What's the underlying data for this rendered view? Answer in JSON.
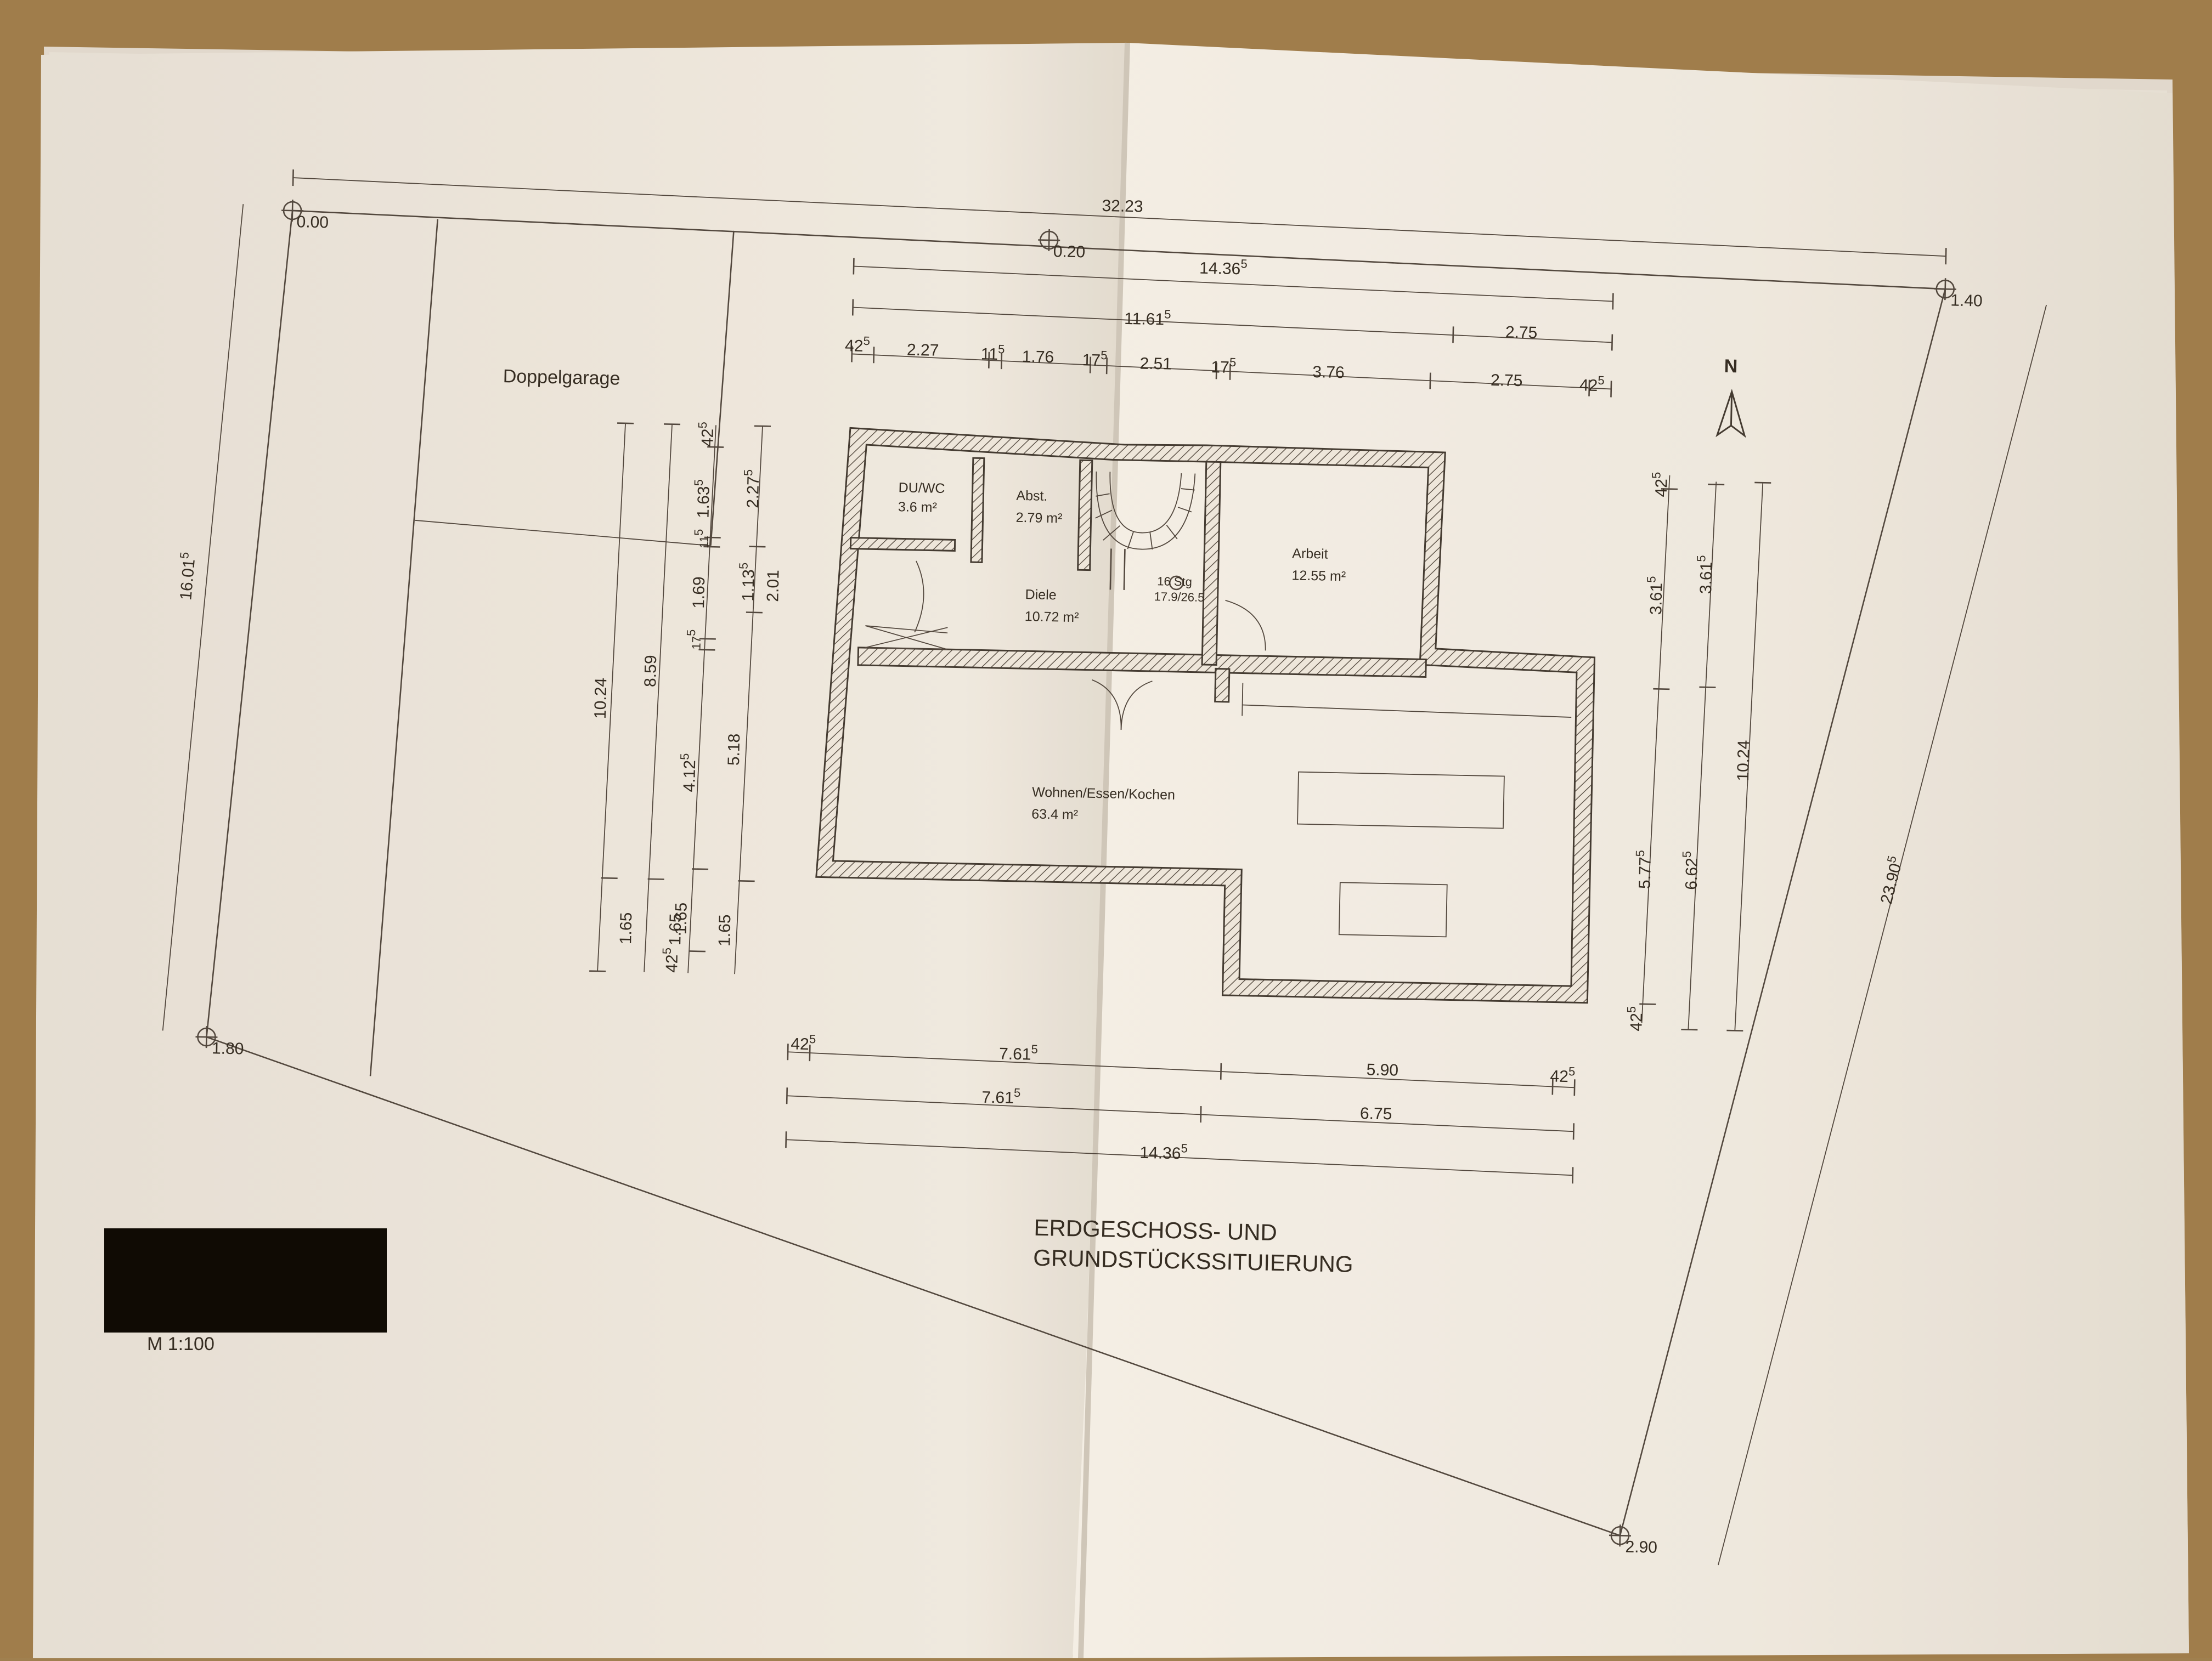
{
  "drawing": {
    "title_line_1": "ERDGESCHOSS- UND",
    "title_line_2": "GRUNDSTÜCKSSITUIERUNG",
    "scale": "M 1:100",
    "north_label": "N"
  },
  "rooms": {
    "garage": "Doppelgarage",
    "du_wc_name": "DU/WC",
    "du_wc_area": "3.6 m²",
    "abst_name": "Abst.",
    "abst_area": "2.79 m²",
    "diele_name": "Diele",
    "diele_area": "10.72 m²",
    "stair_steps": "16 Stg",
    "stair_dims": "17.9/26.5",
    "arbeit_name": "Arbeit",
    "arbeit_area": "12.55 m²",
    "wohnen_name": "Wohnen/Essen/Kochen",
    "wohnen_area": "63.4 m²"
  },
  "elevations": {
    "nw": "0.00",
    "n_mid": "0.20",
    "ne": "1.40",
    "sw": "1.80",
    "se": "2.90"
  },
  "site_dims": {
    "north_edge": "32.23",
    "west_edge": "16.01",
    "west_edge_sup": "5",
    "east_edge": "23.90",
    "east_edge_sup": "5"
  },
  "top_dims": {
    "total": "14.36",
    "total_sup": "5",
    "mid_a": "11.61",
    "mid_a_sup": "5",
    "mid_b": "2.75",
    "chain": [
      {
        "main": "42",
        "sup": "5"
      },
      {
        "main": "2.27",
        "sup": ""
      },
      {
        "main": "11",
        "sup": "5"
      },
      {
        "main": "1.76",
        "sup": ""
      },
      {
        "main": "17",
        "sup": "5"
      },
      {
        "main": "2.51",
        "sup": ""
      },
      {
        "main": "17",
        "sup": "5"
      },
      {
        "main": "3.76",
        "sup": ""
      },
      {
        "main": "2.75",
        "sup": ""
      },
      {
        "main": "42",
        "sup": "5"
      }
    ]
  },
  "bottom_dims": {
    "row1": [
      {
        "main": "42",
        "sup": "5"
      },
      {
        "main": "7.61",
        "sup": "5"
      },
      {
        "main": "5.90",
        "sup": ""
      },
      {
        "main": "42",
        "sup": "5"
      }
    ],
    "row2": [
      {
        "main": "7.61",
        "sup": "5"
      },
      {
        "main": "6.75",
        "sup": ""
      }
    ],
    "total": "14.36",
    "total_sup": "5"
  },
  "left_dims": {
    "col1": [
      {
        "main": "10.24",
        "sup": ""
      },
      {
        "main": "1.65",
        "sup": ""
      }
    ],
    "col2": [
      {
        "main": "8.59",
        "sup": ""
      },
      {
        "main": "1.65",
        "sup": ""
      }
    ],
    "col3": [
      {
        "main": "42",
        "sup": "5"
      },
      {
        "main": "1.63",
        "sup": "5"
      },
      {
        "main": "11",
        "sup": "5"
      },
      {
        "main": "1.69",
        "sup": ""
      },
      {
        "main": "17",
        "sup": "5"
      },
      {
        "main": "4.12",
        "sup": "5"
      },
      {
        "main": "1.65",
        "sup": ""
      },
      {
        "main": "42",
        "sup": "5"
      }
    ],
    "col4": [
      {
        "main": "2.27",
        "sup": "5"
      },
      {
        "main": "1.13",
        "sup": "5"
      },
      {
        "main": "2.01",
        "sup": ""
      },
      {
        "main": "5.18",
        "sup": ""
      },
      {
        "main": "1.65",
        "sup": ""
      }
    ]
  },
  "right_dims": {
    "col1": [
      {
        "main": "42",
        "sup": "5"
      },
      {
        "main": "3.61",
        "sup": "5"
      },
      {
        "main": "5.77",
        "sup": "5"
      },
      {
        "main": "42",
        "sup": "5"
      }
    ],
    "col2": [
      {
        "main": "3.61",
        "sup": "5"
      },
      {
        "main": "6.62",
        "sup": "5"
      }
    ],
    "col3": [
      {
        "main": "10.24",
        "sup": ""
      }
    ]
  }
}
